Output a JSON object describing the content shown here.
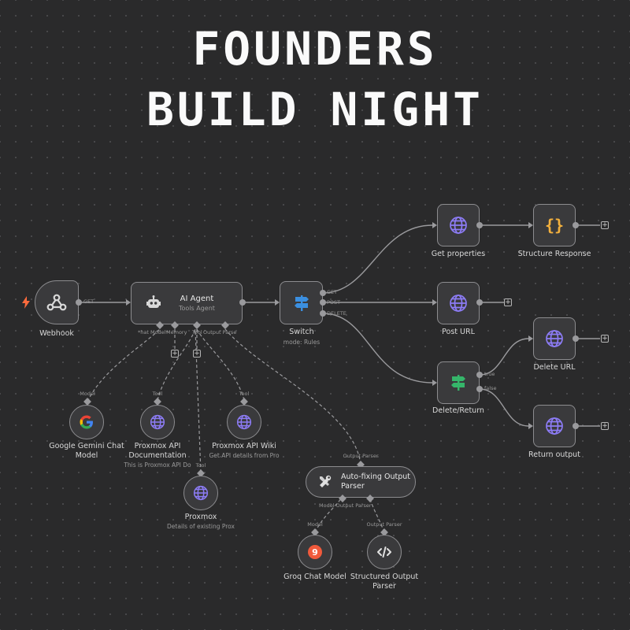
{
  "header": {
    "line1": "FOUNDERS",
    "line2": "BUILD NIGHT"
  },
  "nodes": {
    "webhook": {
      "label": "Webhook",
      "port": "GET"
    },
    "ai_agent": {
      "title": "AI Agent",
      "subtitle": "Tools Agent",
      "ports": {
        "chat_model": "*hat Model*",
        "memory": "Memory",
        "tool": "Tool",
        "output_parser": "Output Parse"
      }
    },
    "switch": {
      "label": "Switch",
      "subtitle": "mode: Rules",
      "outputs": [
        "GET",
        "POST",
        "DELETE"
      ]
    },
    "get_properties": {
      "label": "Get properties"
    },
    "structure_response": {
      "label": "Structure Response"
    },
    "post_url": {
      "label": "Post URL"
    },
    "delete_return": {
      "label": "Delete/Return",
      "outputs": [
        "true",
        "false"
      ]
    },
    "delete_url": {
      "label": "Delete URL"
    },
    "return_output": {
      "label": "Return output"
    },
    "gemini": {
      "label": "Google Gemini Chat\nModel",
      "port": "Model"
    },
    "proxmox_api_doc": {
      "label": "Proxmox API\nDocumentation",
      "subtitle": "This is Proxmox API Do",
      "port": "Tool"
    },
    "proxmox_api_wiki": {
      "label": "Proxmox API Wiki",
      "subtitle": "Get API details from Pro",
      "port": "Tool"
    },
    "proxmox": {
      "label": "Proxmox",
      "subtitle": "Details of existing Prox",
      "port": "Tool"
    },
    "auto_fixing": {
      "title": "Auto-fixing Output\nParser",
      "port_top": "Output Parser",
      "ports_bottom": "Model Output Parser"
    },
    "groq": {
      "label": "Groq Chat Model",
      "port": "Model",
      "badge": "9"
    },
    "structured_output": {
      "label": "Structured Output\nParser",
      "port": "Output Parser"
    }
  },
  "icons": {
    "webhook": "webhook-icon",
    "agent": "robot-icon",
    "switch": "signpost-icon",
    "http": "globe-icon",
    "code": "braces-icon",
    "gemini": "google-g-icon",
    "parser": "tools-icon",
    "groq": "groq-icon",
    "structured": "code-icon",
    "trigger": "lightning-icon"
  },
  "colors": {
    "background": "#2a2a2b",
    "node_fill": "#3a3a3c",
    "node_border": "#8c8c8f",
    "globe": "#8d7cf6",
    "switch": "#3b8fe0",
    "delete_return": "#35b56a",
    "braces": "#f3b03d",
    "trigger": "#ff6b3d",
    "groq": "#f05a3c"
  }
}
